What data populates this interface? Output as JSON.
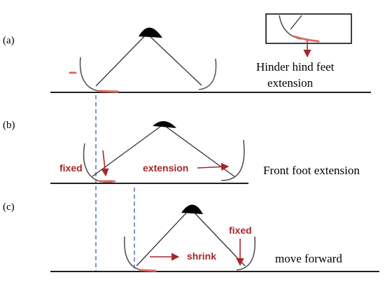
{
  "panels": [
    {
      "label": "(a)",
      "caption_line1": "Hinder hind feet",
      "caption_line2": "extension"
    },
    {
      "label": "(b)",
      "caption": "Front foot extension",
      "annotations": [
        "fixed",
        "extension"
      ]
    },
    {
      "label": "(c)",
      "caption": "move forward",
      "annotations": [
        "shrink",
        "fixed"
      ]
    }
  ],
  "colors": {
    "annotation": "#a8262b",
    "guide_line": "#2b4fa8",
    "contact": "#e06a5f"
  }
}
